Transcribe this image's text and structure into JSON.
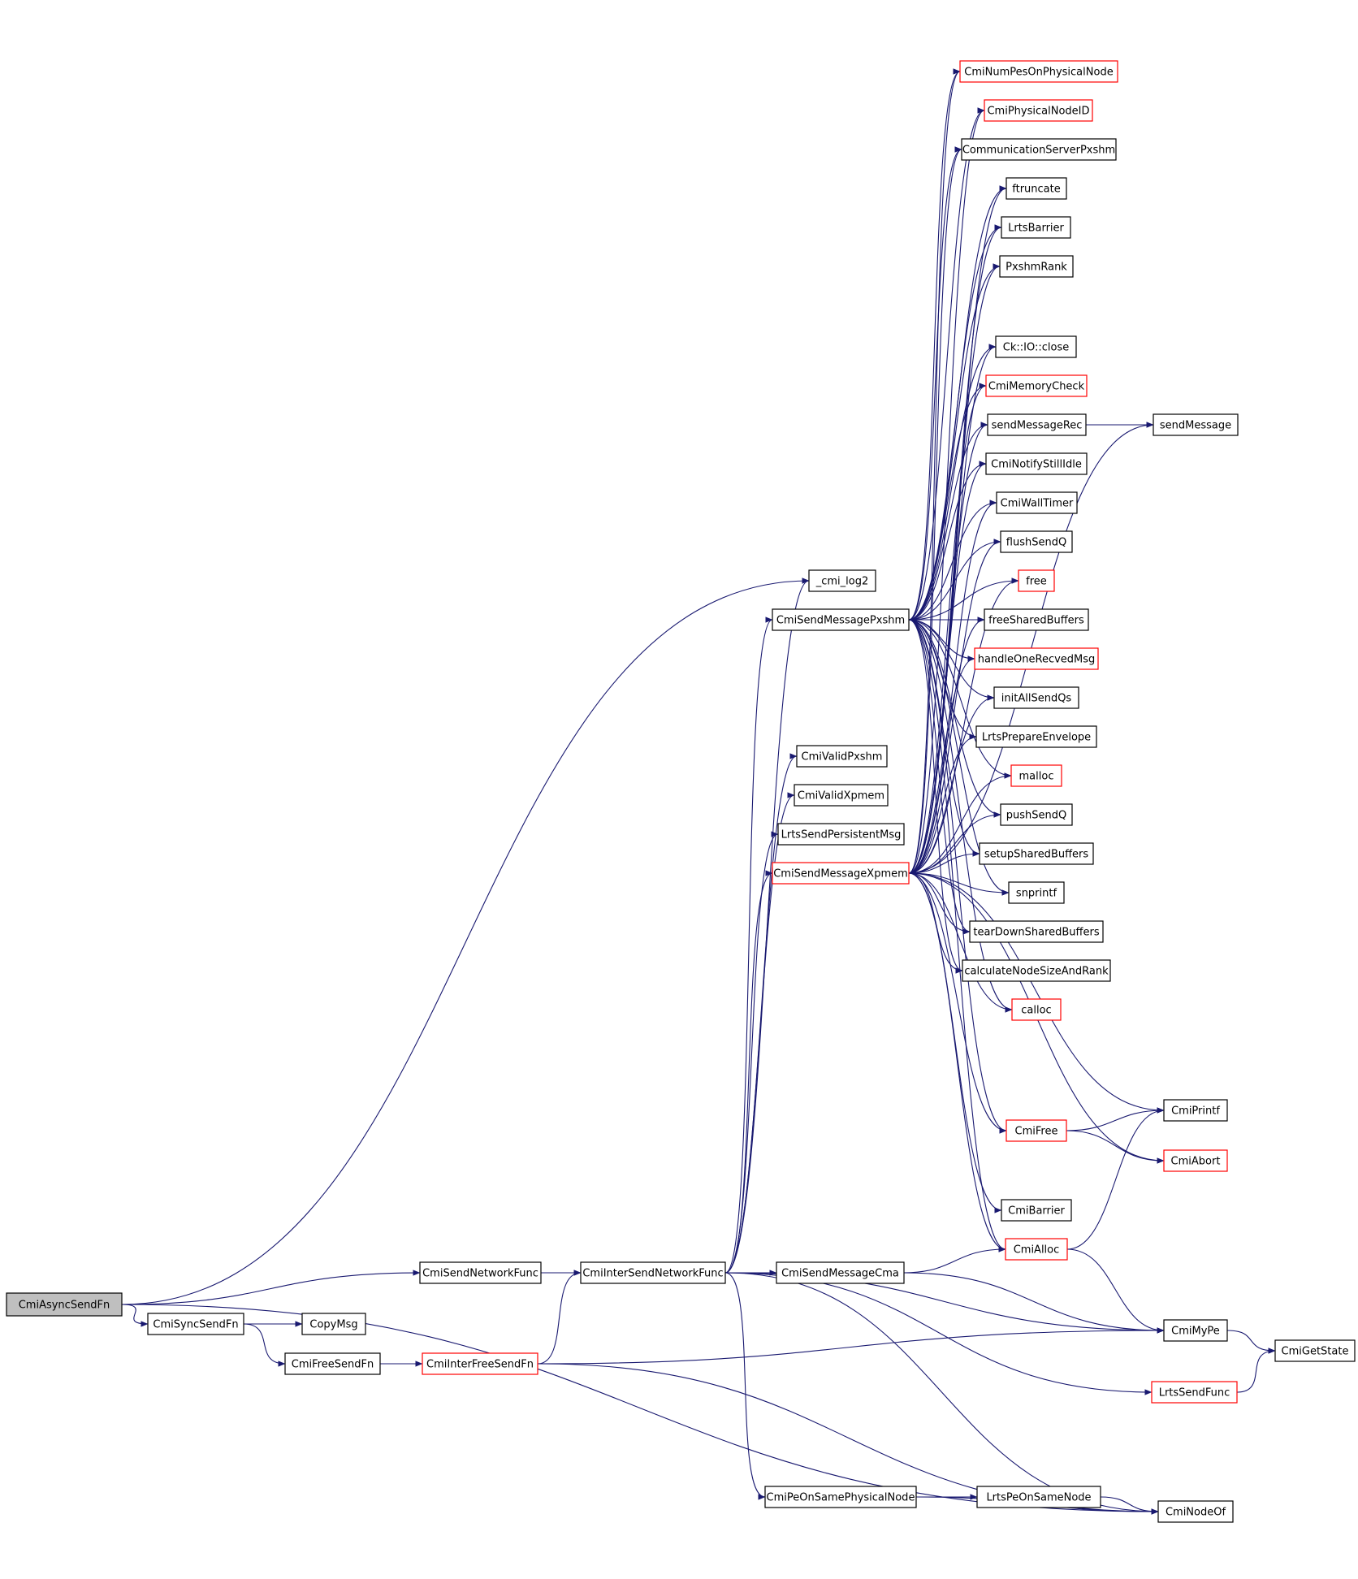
{
  "colors": {
    "edge": "#191970",
    "node_border": "#000000",
    "node_border_link": "#ff0000",
    "root_fill": "#bfbfbf",
    "background": "#ffffff"
  },
  "nodes": [
    {
      "id": "CmiAsyncSendFn",
      "label": "CmiAsyncSendFn",
      "style": "root"
    },
    {
      "id": "CmiSyncSendFn",
      "label": "CmiSyncSendFn",
      "style": "black"
    },
    {
      "id": "CopyMsg",
      "label": "CopyMsg",
      "style": "black"
    },
    {
      "id": "CmiFreeSendFn",
      "label": "CmiFreeSendFn",
      "style": "black"
    },
    {
      "id": "CmiInterFreeSendFn",
      "label": "CmiInterFreeSendFn",
      "style": "red"
    },
    {
      "id": "CmiSendNetworkFunc",
      "label": "CmiSendNetworkFunc",
      "style": "black"
    },
    {
      "id": "CmiInterSendNetworkFunc",
      "label": "CmiInterSendNetworkFunc",
      "style": "black"
    },
    {
      "id": "CmiSendMessageCma",
      "label": "CmiSendMessageCma",
      "style": "black"
    },
    {
      "id": "_cmi_log2",
      "label": "_cmi_log2",
      "style": "black"
    },
    {
      "id": "CmiSendMessagePxshm",
      "label": "CmiSendMessagePxshm",
      "style": "black"
    },
    {
      "id": "CmiValidPxshm",
      "label": "CmiValidPxshm",
      "style": "black"
    },
    {
      "id": "CmiValidXpmem",
      "label": "CmiValidXpmem",
      "style": "black"
    },
    {
      "id": "LrtsSendPersistentMsg",
      "label": "LrtsSendPersistentMsg",
      "style": "black"
    },
    {
      "id": "CmiSendMessageXpmem",
      "label": "CmiSendMessageXpmem",
      "style": "red"
    },
    {
      "id": "CmiPeOnSamePhysicalNode",
      "label": "CmiPeOnSamePhysicalNode",
      "style": "black"
    },
    {
      "id": "LrtsPeOnSameNode",
      "label": "LrtsPeOnSameNode",
      "style": "black"
    },
    {
      "id": "CmiNumPesOnPhysicalNode",
      "label": "CmiNumPesOnPhysicalNode",
      "style": "red"
    },
    {
      "id": "CmiPhysicalNodeID",
      "label": "CmiPhysicalNodeID",
      "style": "red"
    },
    {
      "id": "CommunicationServerPxshm",
      "label": "CommunicationServerPxshm",
      "style": "black"
    },
    {
      "id": "ftruncate",
      "label": "ftruncate",
      "style": "black"
    },
    {
      "id": "LrtsBarrier",
      "label": "LrtsBarrier",
      "style": "black"
    },
    {
      "id": "PxshmRank",
      "label": "PxshmRank",
      "style": "black"
    },
    {
      "id": "CkIOclose",
      "label": "Ck::IO::close",
      "style": "black"
    },
    {
      "id": "CmiMemoryCheck",
      "label": "CmiMemoryCheck",
      "style": "red"
    },
    {
      "id": "sendMessageRec",
      "label": "sendMessageRec",
      "style": "black"
    },
    {
      "id": "CmiNotifyStillIdle",
      "label": "CmiNotifyStillIdle",
      "style": "black"
    },
    {
      "id": "CmiWallTimer",
      "label": "CmiWallTimer",
      "style": "black"
    },
    {
      "id": "flushSendQ",
      "label": "flushSendQ",
      "style": "black"
    },
    {
      "id": "free",
      "label": "free",
      "style": "red"
    },
    {
      "id": "freeSharedBuffers",
      "label": "freeSharedBuffers",
      "style": "black"
    },
    {
      "id": "handleOneRecvedMsg",
      "label": "handleOneRecvedMsg",
      "style": "red"
    },
    {
      "id": "initAllSendQs",
      "label": "initAllSendQs",
      "style": "black"
    },
    {
      "id": "LrtsPrepareEnvelope",
      "label": "LrtsPrepareEnvelope",
      "style": "black"
    },
    {
      "id": "malloc",
      "label": "malloc",
      "style": "red"
    },
    {
      "id": "pushSendQ",
      "label": "pushSendQ",
      "style": "black"
    },
    {
      "id": "setupSharedBuffers",
      "label": "setupSharedBuffers",
      "style": "black"
    },
    {
      "id": "snprintf",
      "label": "snprintf",
      "style": "black"
    },
    {
      "id": "tearDownSharedBuffers",
      "label": "tearDownSharedBuffers",
      "style": "black"
    },
    {
      "id": "calculateNodeSizeAndRank",
      "label": "calculateNodeSizeAndRank",
      "style": "black"
    },
    {
      "id": "calloc",
      "label": "calloc",
      "style": "red"
    },
    {
      "id": "CmiFree",
      "label": "CmiFree",
      "style": "red"
    },
    {
      "id": "CmiBarrier",
      "label": "CmiBarrier",
      "style": "black"
    },
    {
      "id": "CmiAlloc",
      "label": "CmiAlloc",
      "style": "red"
    },
    {
      "id": "sendMessage",
      "label": "sendMessage",
      "style": "black"
    },
    {
      "id": "CmiPrintf",
      "label": "CmiPrintf",
      "style": "black"
    },
    {
      "id": "CmiAbort",
      "label": "CmiAbort",
      "style": "red"
    },
    {
      "id": "CmiMyPe",
      "label": "CmiMyPe",
      "style": "black"
    },
    {
      "id": "CmiGetState",
      "label": "CmiGetState",
      "style": "black"
    },
    {
      "id": "LrtsSendFunc",
      "label": "LrtsSendFunc",
      "style": "red"
    },
    {
      "id": "CmiNodeOf",
      "label": "CmiNodeOf",
      "style": "black"
    }
  ],
  "edges": [
    [
      "CmiAsyncSendFn",
      "_cmi_log2"
    ],
    [
      "CmiAsyncSendFn",
      "CmiSendNetworkFunc"
    ],
    [
      "CmiAsyncSendFn",
      "CmiSyncSendFn"
    ],
    [
      "CmiAsyncSendFn",
      "CmiNodeOf"
    ],
    [
      "CmiSyncSendFn",
      "CopyMsg"
    ],
    [
      "CmiSyncSendFn",
      "CmiFreeSendFn"
    ],
    [
      "CmiFreeSendFn",
      "CmiInterFreeSendFn"
    ],
    [
      "CmiInterFreeSendFn",
      "CmiInterSendNetworkFunc"
    ],
    [
      "CmiInterFreeSendFn",
      "CmiMyPe"
    ],
    [
      "CmiInterFreeSendFn",
      "CmiNodeOf"
    ],
    [
      "CmiSendNetworkFunc",
      "CmiInterSendNetworkFunc"
    ],
    [
      "CmiInterSendNetworkFunc",
      "CmiSendMessageCma"
    ],
    [
      "CmiInterSendNetworkFunc",
      "_cmi_log2"
    ],
    [
      "CmiInterSendNetworkFunc",
      "CmiSendMessagePxshm"
    ],
    [
      "CmiInterSendNetworkFunc",
      "CmiValidPxshm"
    ],
    [
      "CmiInterSendNetworkFunc",
      "CmiValidXpmem"
    ],
    [
      "CmiInterSendNetworkFunc",
      "LrtsSendPersistentMsg"
    ],
    [
      "CmiInterSendNetworkFunc",
      "CmiSendMessageXpmem"
    ],
    [
      "CmiInterSendNetworkFunc",
      "CmiMyPe"
    ],
    [
      "CmiInterSendNetworkFunc",
      "LrtsSendFunc"
    ],
    [
      "CmiInterSendNetworkFunc",
      "CmiPeOnSamePhysicalNode"
    ],
    [
      "CmiInterSendNetworkFunc",
      "CmiNodeOf"
    ],
    [
      "CmiSendMessageCma",
      "CmiAlloc"
    ],
    [
      "CmiSendMessageCma",
      "CmiMyPe"
    ],
    [
      "CmiPeOnSamePhysicalNode",
      "LrtsPeOnSameNode"
    ],
    [
      "LrtsPeOnSameNode",
      "CmiNodeOf"
    ],
    [
      "CmiPeOnSamePhysicalNode",
      "CmiNodeOf"
    ],
    [
      "CmiSendMessagePxshm",
      "CmiNumPesOnPhysicalNode"
    ],
    [
      "CmiSendMessagePxshm",
      "CmiPhysicalNodeID"
    ],
    [
      "CmiSendMessagePxshm",
      "CommunicationServerPxshm"
    ],
    [
      "CmiSendMessagePxshm",
      "ftruncate"
    ],
    [
      "CmiSendMessagePxshm",
      "LrtsBarrier"
    ],
    [
      "CmiSendMessagePxshm",
      "PxshmRank"
    ],
    [
      "CmiSendMessagePxshm",
      "CkIOclose"
    ],
    [
      "CmiSendMessagePxshm",
      "CmiMemoryCheck"
    ],
    [
      "CmiSendMessagePxshm",
      "sendMessageRec"
    ],
    [
      "CmiSendMessagePxshm",
      "CmiNotifyStillIdle"
    ],
    [
      "CmiSendMessagePxshm",
      "CmiWallTimer"
    ],
    [
      "CmiSendMessagePxshm",
      "flushSendQ"
    ],
    [
      "CmiSendMessagePxshm",
      "free"
    ],
    [
      "CmiSendMessagePxshm",
      "freeSharedBuffers"
    ],
    [
      "CmiSendMessagePxshm",
      "handleOneRecvedMsg"
    ],
    [
      "CmiSendMessagePxshm",
      "initAllSendQs"
    ],
    [
      "CmiSendMessagePxshm",
      "LrtsPrepareEnvelope"
    ],
    [
      "CmiSendMessagePxshm",
      "malloc"
    ],
    [
      "CmiSendMessagePxshm",
      "pushSendQ"
    ],
    [
      "CmiSendMessagePxshm",
      "setupSharedBuffers"
    ],
    [
      "CmiSendMessagePxshm",
      "snprintf"
    ],
    [
      "CmiSendMessagePxshm",
      "tearDownSharedBuffers"
    ],
    [
      "CmiSendMessagePxshm",
      "calculateNodeSizeAndRank"
    ],
    [
      "CmiSendMessagePxshm",
      "calloc"
    ],
    [
      "CmiSendMessagePxshm",
      "CmiFree"
    ],
    [
      "CmiSendMessagePxshm",
      "CmiAlloc"
    ],
    [
      "CmiSendMessageXpmem",
      "CmiNumPesOnPhysicalNode"
    ],
    [
      "CmiSendMessageXpmem",
      "CmiPhysicalNodeID"
    ],
    [
      "CmiSendMessageXpmem",
      "CommunicationServerPxshm"
    ],
    [
      "CmiSendMessageXpmem",
      "ftruncate"
    ],
    [
      "CmiSendMessageXpmem",
      "LrtsBarrier"
    ],
    [
      "CmiSendMessageXpmem",
      "PxshmRank"
    ],
    [
      "CmiSendMessageXpmem",
      "CkIOclose"
    ],
    [
      "CmiSendMessageXpmem",
      "CmiMemoryCheck"
    ],
    [
      "CmiSendMessageXpmem",
      "sendMessageRec"
    ],
    [
      "CmiSendMessageXpmem",
      "CmiNotifyStillIdle"
    ],
    [
      "CmiSendMessageXpmem",
      "CmiWallTimer"
    ],
    [
      "CmiSendMessageXpmem",
      "flushSendQ"
    ],
    [
      "CmiSendMessageXpmem",
      "free"
    ],
    [
      "CmiSendMessageXpmem",
      "freeSharedBuffers"
    ],
    [
      "CmiSendMessageXpmem",
      "handleOneRecvedMsg"
    ],
    [
      "CmiSendMessageXpmem",
      "initAllSendQs"
    ],
    [
      "CmiSendMessageXpmem",
      "LrtsPrepareEnvelope"
    ],
    [
      "CmiSendMessageXpmem",
      "malloc"
    ],
    [
      "CmiSendMessageXpmem",
      "pushSendQ"
    ],
    [
      "CmiSendMessageXpmem",
      "setupSharedBuffers"
    ],
    [
      "CmiSendMessageXpmem",
      "snprintf"
    ],
    [
      "CmiSendMessageXpmem",
      "tearDownSharedBuffers"
    ],
    [
      "CmiSendMessageXpmem",
      "calculateNodeSizeAndRank"
    ],
    [
      "CmiSendMessageXpmem",
      "calloc"
    ],
    [
      "CmiSendMessageXpmem",
      "CmiPrintf"
    ],
    [
      "CmiSendMessageXpmem",
      "CmiFree"
    ],
    [
      "CmiSendMessageXpmem",
      "CmiAbort"
    ],
    [
      "CmiSendMessageXpmem",
      "CmiBarrier"
    ],
    [
      "CmiSendMessageXpmem",
      "CmiAlloc"
    ],
    [
      "CmiSendMessageXpmem",
      "sendMessage"
    ],
    [
      "sendMessageRec",
      "sendMessage"
    ],
    [
      "CmiFree",
      "CmiPrintf"
    ],
    [
      "CmiFree",
      "CmiAbort"
    ],
    [
      "CmiAlloc",
      "CmiPrintf"
    ],
    [
      "CmiAlloc",
      "CmiMyPe"
    ],
    [
      "CmiMyPe",
      "CmiGetState"
    ],
    [
      "LrtsSendFunc",
      "CmiGetState"
    ]
  ]
}
